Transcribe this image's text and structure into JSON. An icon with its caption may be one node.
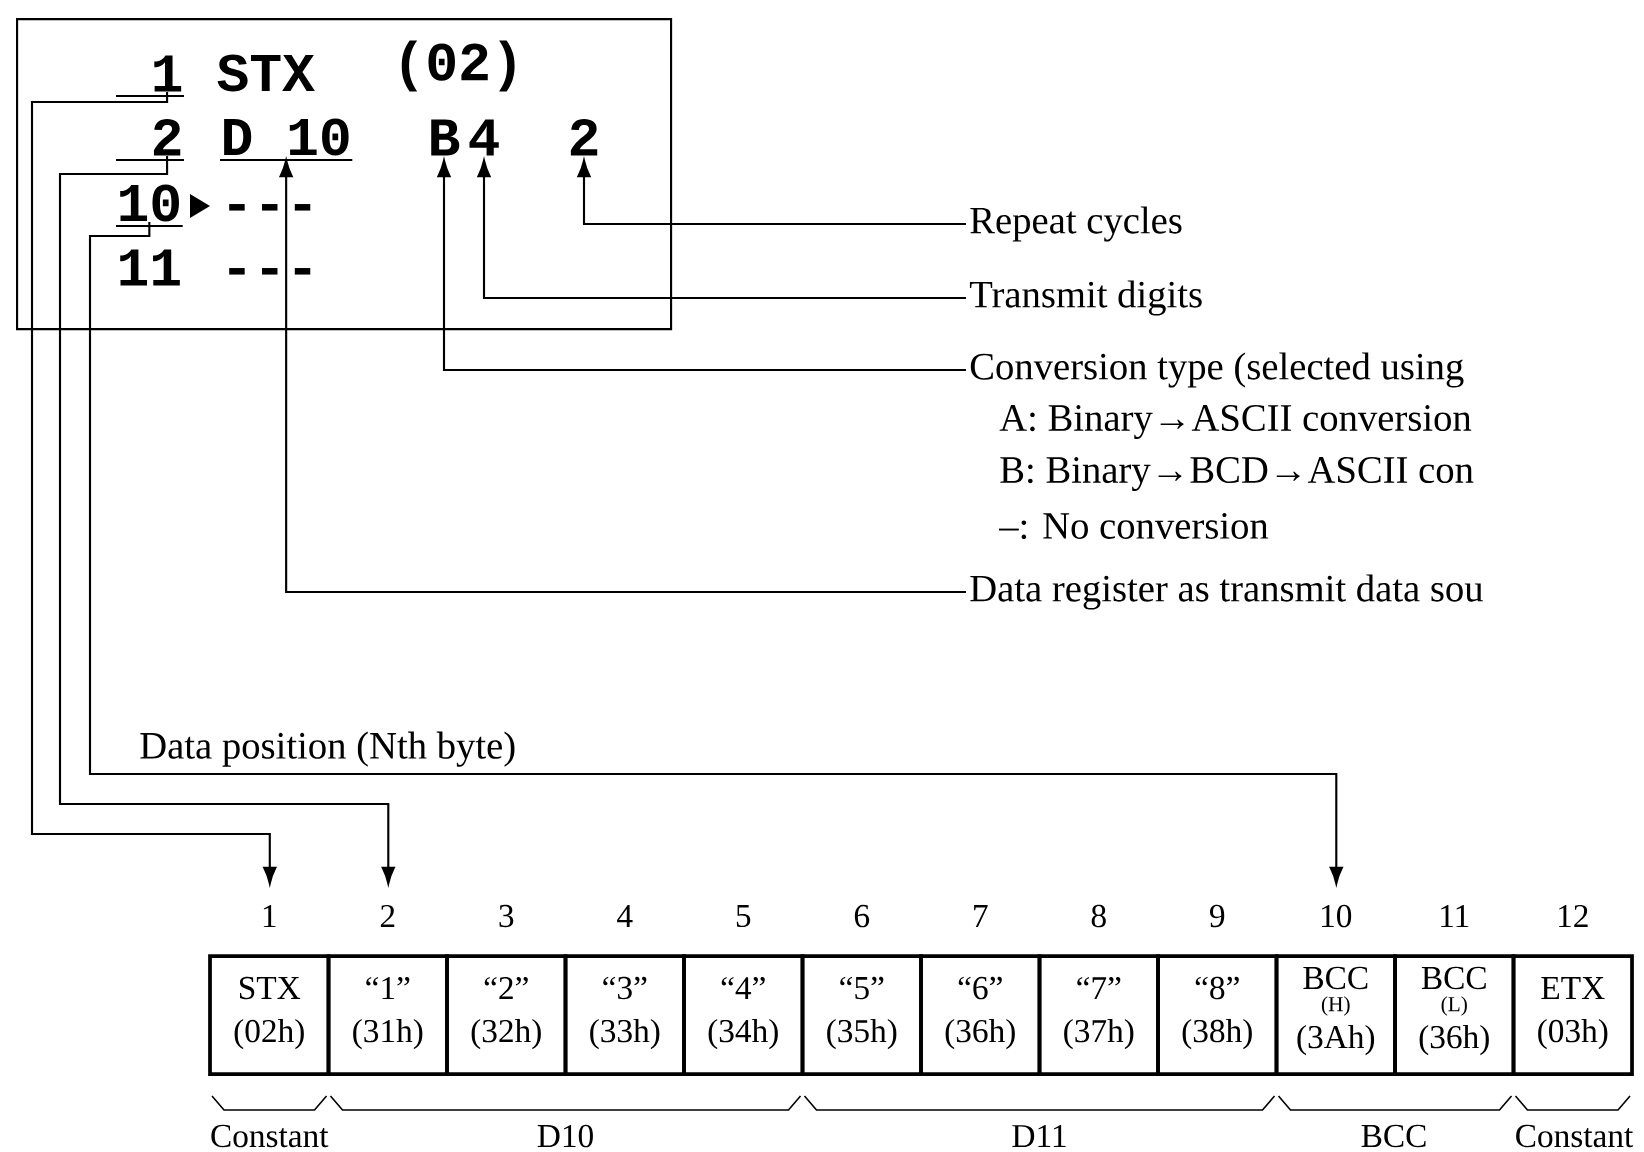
{
  "diagram": {
    "nodes": [
      {
        "text": [],
        "shape": "box"
      },
      {
        "text": [
          "1"
        ],
        "in": 0
      },
      {
        "text": [
          "STX"
        ],
        "in": 0
      },
      {
        "text": [
          "(02)"
        ],
        "in": 0
      },
      {
        "text": [
          "2"
        ],
        "in": 0
      },
      {
        "text": [
          "D 10"
        ],
        "in": 0
      },
      {
        "text": [
          "B"
        ],
        "in": 0
      },
      {
        "text": [
          "4"
        ],
        "in": 0
      },
      {
        "text": [
          "2"
        ],
        "in": 0
      },
      {
        "text": [
          "10"
        ],
        "in": 0
      },
      {
        "text": [
          "---"
        ],
        "in": 0
      },
      {
        "text": [
          "11"
        ],
        "in": 0
      },
      {
        "text": [
          "---"
        ],
        "in": 0
      },
      {
        "text": [
          "Repeat cycles"
        ]
      },
      {
        "text": [
          "Transmit digits"
        ]
      },
      {
        "text": [
          "Conversion type (selected using",
          "A: Binary→ASCII conversion",
          "B: Binary→BCD→ASCII con",
          "–: No conversion"
        ]
      },
      {
        "text": [
          "Data register as transmit data sou"
        ]
      },
      {
        "text": [
          "1",
          "STX",
          "(02h)"
        ]
      },
      {
        "text": [
          "2",
          "“1”",
          "(31h)"
        ]
      },
      {
        "text": [
          "3",
          "“2”",
          "(32h)"
        ]
      },
      {
        "text": [
          "4",
          "“3”",
          "(33h)"
        ]
      },
      {
        "text": [
          "5",
          "“4”",
          "(34h)"
        ]
      },
      {
        "text": [
          "6",
          "“5”",
          "(35h)"
        ]
      },
      {
        "text": [
          "7",
          "“6”",
          "(36h)"
        ]
      },
      {
        "text": [
          "8",
          "“7”",
          "(37h)"
        ]
      },
      {
        "text": [
          "9",
          "“8”",
          "(38h)"
        ]
      },
      {
        "text": [
          "10",
          "BCC",
          "(H)",
          "(3Ah)"
        ]
      },
      {
        "text": [
          "11",
          "BCC",
          "(L)",
          "(36h)"
        ]
      },
      {
        "text": [
          "12",
          "ETX",
          "(03h)"
        ]
      }
    ],
    "edges": [
      {
        "from": 13,
        "to": 8,
        "arrow": "to"
      },
      {
        "from": 14,
        "to": 7,
        "arrow": "to"
      },
      {
        "from": 15,
        "to": 6,
        "arrow": "to"
      },
      {
        "from": 16,
        "to": 5,
        "arrow": "to"
      },
      {
        "from": 1,
        "to": 17,
        "arrow": "to"
      },
      {
        "from": 4,
        "to": 18,
        "arrow": "to"
      },
      {
        "from": 9,
        "to": 26,
        "arrow": "to",
        "label": "Data position (Nth byte)"
      }
    ],
    "labels": [
      "Constant",
      "D10",
      "D11",
      "BCC",
      "Constant"
    ]
  }
}
